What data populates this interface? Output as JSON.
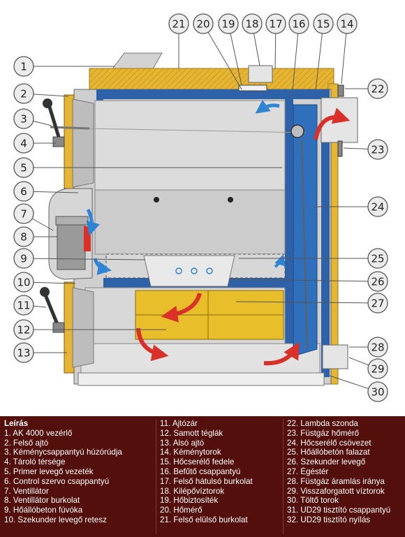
{
  "colors": {
    "insulation": "#e6b533",
    "blue_lining": "#2d62a9",
    "chamber_gray": "#dcdcdc",
    "fireclay": "#e8be2a",
    "flame_red": "#d9302a",
    "air_blue": "#2f84d3",
    "legend_bg": "#520f0b"
  },
  "callouts": [
    {
      "n": "1"
    },
    {
      "n": "2"
    },
    {
      "n": "3"
    },
    {
      "n": "4"
    },
    {
      "n": "5"
    },
    {
      "n": "6"
    },
    {
      "n": "7"
    },
    {
      "n": "8"
    },
    {
      "n": "9"
    },
    {
      "n": "10"
    },
    {
      "n": "11"
    },
    {
      "n": "12"
    },
    {
      "n": "13"
    },
    {
      "n": "14"
    },
    {
      "n": "15"
    },
    {
      "n": "16"
    },
    {
      "n": "17"
    },
    {
      "n": "18"
    },
    {
      "n": "19"
    },
    {
      "n": "20"
    },
    {
      "n": "21"
    },
    {
      "n": "22"
    },
    {
      "n": "23"
    },
    {
      "n": "24"
    },
    {
      "n": "25"
    },
    {
      "n": "26"
    },
    {
      "n": "27"
    },
    {
      "n": "28"
    },
    {
      "n": "29"
    },
    {
      "n": "30"
    }
  ],
  "legend": {
    "title": "Leírás",
    "col1": [
      "1. AK 4000 vezérlő",
      "2. Felső ajtó",
      "3. Kéménycsappantyú húzórúdja",
      "4. Tároló térsége",
      "5. Primer levegő vezeték",
      "6. Control szervo csappantyú",
      "7. Ventillátor",
      "8. Ventillátor burkolat",
      "9. Hőállóbeton fúvóka",
      "10. Szekunder levegő retesz"
    ],
    "col2": [
      "11. Ajtózár",
      "12. Samott téglák",
      "13. Alsó ajtó",
      "14. Kéménytorok",
      "15. Hőcserélő fedele",
      "16. Befűtő csappantyú",
      "17. Felső hátulsó burkolat",
      "18. Kilépővíztorok",
      "19. Hőbiztosíték",
      "20. Hőmérő",
      "21. Felső elülső burkolat"
    ],
    "col3": [
      "22. Lambda szonda",
      "23. Füstgáz hőmérő",
      "24. Hőcserélő csövezet",
      "25. Hőállóbetón falazat",
      "26. Szekunder levegő",
      "27. Égéstér",
      "28. Füstgáz áramlás iránya",
      "29. Visszaforgatott víztorok",
      "30. Töltő torok",
      "31. UD29 tisztító csappantyú",
      "32. UD29 tisztító nyílás"
    ]
  }
}
